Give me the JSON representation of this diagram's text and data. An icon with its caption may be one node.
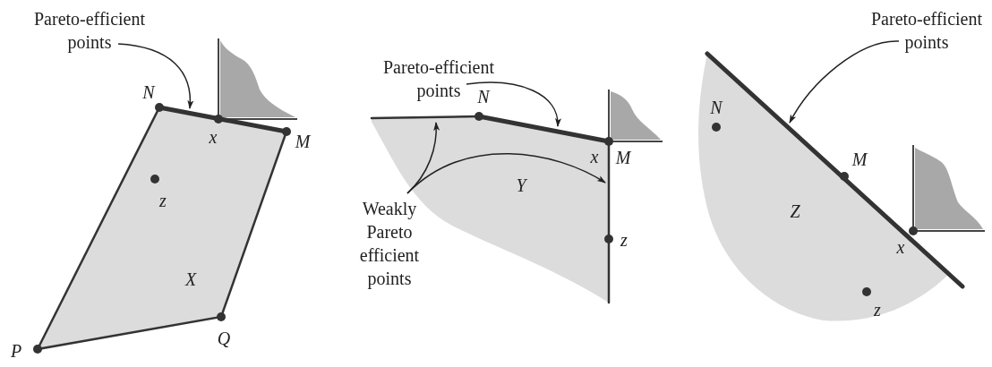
{
  "diagram": {
    "nodes": [
      {
        "text": [
          "Pareto-efficient points"
        ]
      },
      {
        "text": [],
        "shape": "line"
      },
      {
        "text": [
          "Pareto-efficient points"
        ]
      },
      {
        "text": [],
        "shape": "line"
      },
      {
        "text": [
          "Weakly Pareto efficient points"
        ]
      },
      {
        "text": [],
        "shape": "line"
      },
      {
        "text": [],
        "shape": "line"
      },
      {
        "text": [
          "Pareto-efficient points"
        ]
      },
      {
        "text": [],
        "shape": "line"
      }
    ],
    "edges": [
      {
        "from": 0,
        "to": 1,
        "arrow": "to"
      },
      {
        "from": 2,
        "to": 3,
        "arrow": "to"
      },
      {
        "from": 4,
        "to": 5,
        "arrow": "to"
      },
      {
        "from": 4,
        "to": 6,
        "arrow": "to"
      },
      {
        "from": 7,
        "to": 8,
        "arrow": "to"
      }
    ],
    "labels": [
      "N",
      "x",
      "M",
      "z",
      "X",
      "P",
      "Q",
      "N",
      "x",
      "M",
      "Y",
      "z",
      "N",
      "M",
      "Z",
      "x",
      "z"
    ]
  }
}
